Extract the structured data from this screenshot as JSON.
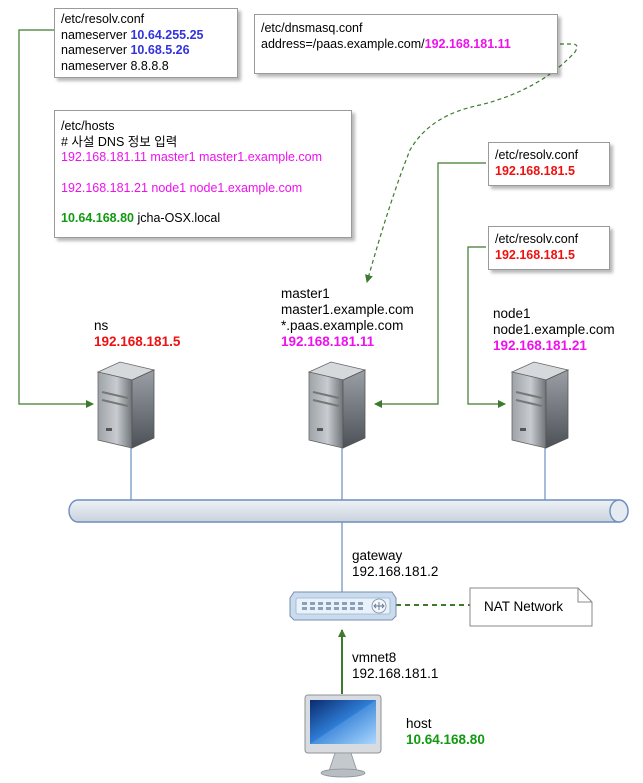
{
  "colors": {
    "connector": "#3d7a2e",
    "bus_fill": "#dce3ec",
    "bus_stroke": "#6c8ebf",
    "ip_blue": "#3333dd",
    "ip_pink": "#ee11ee",
    "ip_red": "#ee1111",
    "ip_green": "#119911"
  },
  "icons": [
    "server-icon",
    "switch-icon",
    "desktop-monitor-icon",
    "note-icon"
  ],
  "notes": {
    "ns_resolv": {
      "title": "/etc/resolv.conf",
      "line1_prefix": "nameserver ",
      "line1_ip": "10.64.255.25",
      "line2_prefix": "nameserver ",
      "line2_ip": "10.68.5.26",
      "line3": "nameserver 8.8.8.8"
    },
    "dnsmasq": {
      "title": "/etc/dnsmasq.conf",
      "line_prefix": "address=/paas.example.com/",
      "line_ip": "192.168.181.11"
    },
    "hosts": {
      "title": "/etc/hosts",
      "comment": "# 사설 DNS 정보 입력",
      "master_entry": "192.168.181.11 master1 master1.example.com",
      "node_entry": "192.168.181.21 node1 node1.example.com",
      "host_ip": "10.64.168.80",
      "host_name": " jcha-OSX.local"
    },
    "master_resolv": {
      "title": "/etc/resolv.conf",
      "ip": "192.168.181.5"
    },
    "node_resolv": {
      "title": "/etc/resolv.conf",
      "ip": "192.168.181.5"
    }
  },
  "nodes": {
    "ns": {
      "name": "ns",
      "ip": "192.168.181.5"
    },
    "master": {
      "name": "master1",
      "fqdn": "master1.example.com",
      "wildcard": "*.paas.example.com",
      "ip": "192.168.181.11"
    },
    "node": {
      "name": "node1",
      "fqdn": "node1.example.com",
      "ip": "192.168.181.21"
    },
    "gateway": {
      "name": "gateway",
      "ip": "192.168.181.2"
    },
    "vmnet": {
      "name": "vmnet8",
      "ip": "192.168.181.1"
    },
    "host": {
      "name": "host",
      "ip": "10.64.168.80"
    }
  },
  "nat_label": "NAT Network"
}
